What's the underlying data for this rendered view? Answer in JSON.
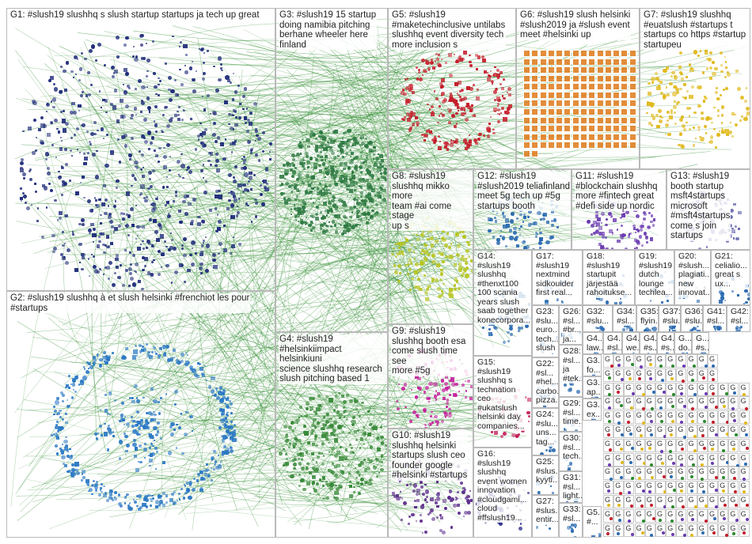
{
  "graph": {
    "groups": [
      {
        "id": "G1",
        "label": "G1: #slush19 slushhq s slush startup startups ja tech up great",
        "color": "#1f2c7a"
      },
      {
        "id": "G2",
        "label": "G2: #slush19 slushhq à et slush helsinki #frenchiot les pour\n#startups",
        "color": "#2a78c4"
      },
      {
        "id": "G3",
        "label": "G3: #slush19 15 startup\ndoing namibia pitching\nberhane wheeler here\nfinland",
        "color": "#2f7a43"
      },
      {
        "id": "G4",
        "label": "G4: #slush19\n#helsinkiimpact helsinkiuni\nscience slushhq research\nslush pitching based 1",
        "color": "#3a8a3a"
      },
      {
        "id": "G5",
        "label": "G5: #slush19\n#maketechinclusive untilabs\nslushhq event diversity tech\nmore inclusion s",
        "color": "#c41d2a"
      },
      {
        "id": "G6",
        "label": "G6: #slush19 slush helsinki\n#slush2019 ja #slush event\nmeet #helsinki up",
        "color": "#e07a1a"
      },
      {
        "id": "G7",
        "label": "G7: #slush19 slushhq\n#euatslush #startups t\nstartups co https #startup\nstartupeu",
        "color": "#e0b81a"
      },
      {
        "id": "G8",
        "label": "G8: #slush19\nslushhq mikko more\nteam #ai come stage\nup s",
        "color": "#b8c41d"
      },
      {
        "id": "G9",
        "label": "G9: #slush19\nslushhq booth esa\ncome slush time see\nmore #5g",
        "color": "#c41d9a"
      },
      {
        "id": "G10",
        "label": "G10: #slush19\nslushhq helsinki\nstartups slush ceo\nfounder google\n#helsinki #startups",
        "color": "#5a2a8a"
      },
      {
        "id": "G11",
        "label": "G11: #slush19\n#blockchain slushhq\nmore #fintech great\n#defi side up nordic",
        "color": "#6a3ab0"
      },
      {
        "id": "G12",
        "label": "G12: #slush19\n#slush2019 teliafinland\nmeet 5g tech up #5g\nstartups booth",
        "color": "#2a6ab0"
      },
      {
        "id": "G13",
        "label": "G13: #slush19\nbooth startup\nmsft4startups\nmicrosoft\n#msft4startups\ncome s join\nstartups",
        "color": "#6a6ab0"
      },
      {
        "id": "G14",
        "label": "G14:\n#slush19\nslushhq\n#thenxt100\n100 scania\nyears slush\nsaab together\nkonecorpora...",
        "color": "#2a6ab0"
      },
      {
        "id": "G15",
        "label": "G15:\n#slush19\nslushhq s\ntechnation\nceo\n#ukatslush\nhelsinki day\ncompanies...",
        "color": "#c41d5a"
      },
      {
        "id": "G16",
        "label": "G16:\n#slush19\nslushhq\nevent women\ninnovation\n#cloudgami...\ncloud\n#ffslush19...",
        "color": "#2a2a8a"
      },
      {
        "id": "G17",
        "label": "G17:\n#slush19\nnextmind\nsidkouider\nfirst real...",
        "color": "#2a6ab0"
      },
      {
        "id": "G18",
        "label": "G18:\n#slush19\nstartupit\njärjestää\nrahoitukse...",
        "color": "#2a6ab0"
      },
      {
        "id": "G19",
        "label": "G19:\n#slush19\ndutch\nlounge\ntechlea...",
        "color": "#2a6ab0"
      },
      {
        "id": "G20",
        "label": "G20:\n#slush...\nplagiati...\nnew\ninnovat...",
        "color": "#2a6ab0"
      },
      {
        "id": "G21",
        "label": "G21:\ncelialio...\ngreat s\nux...",
        "color": "#2a6ab0"
      },
      {
        "id": "G22",
        "label": "G22:\n#sl...\n#hel...\ncarbo...\npizza...",
        "color": "#2a6ab0"
      },
      {
        "id": "G23",
        "label": "G23:\n#slu...\neuro...\ntech...\nslush",
        "color": "#2a6ab0"
      },
      {
        "id": "G24",
        "label": "G24:\n#slu...\nuns...\ntag...",
        "color": "#2a6ab0"
      },
      {
        "id": "G25",
        "label": "G25:\n#slus...\nkyyti...",
        "color": "#2a6ab0"
      },
      {
        "id": "G26",
        "label": "G26:\n#sl...\n#br...\nja...",
        "color": "#2a6ab0"
      },
      {
        "id": "G27",
        "label": "G27:\n#slus...\nentir...",
        "color": "#2a6ab0"
      },
      {
        "id": "G28",
        "label": "G28:\n#sl...\nja\n#tek...",
        "color": "#2a6ab0"
      },
      {
        "id": "G29",
        "label": "G29:\n#sl...\ntime...",
        "color": "#2a6ab0"
      },
      {
        "id": "G30",
        "label": "G30:\n#sl...\ntech...",
        "color": "#2a6ab0"
      },
      {
        "id": "G31",
        "label": "G31:\n#sl...\nlight...",
        "color": "#2a6ab0"
      },
      {
        "id": "G32",
        "label": "G32:\n#slu...",
        "color": "#2a6ab0"
      },
      {
        "id": "G33",
        "label": "G33:\n#sl...",
        "color": "#2a6ab0"
      },
      {
        "id": "G34",
        "label": "G34:\n#sl...",
        "color": "#2a6ab0"
      },
      {
        "id": "G35",
        "label": "G35:\nflyin...",
        "color": "#2a6ab0"
      },
      {
        "id": "G36",
        "label": "G36:\n#slu...",
        "color": "#2a6ab0"
      },
      {
        "id": "G37",
        "label": "G37:\n#slu...",
        "color": "#2a6ab0"
      },
      {
        "id": "G41",
        "label": "G41:\n#sl...",
        "color": "#2a6ab0"
      },
      {
        "id": "G42",
        "label": "G42:\n#sl...",
        "color": "#2a6ab0"
      }
    ],
    "small_cells": [
      {
        "id": "G4a",
        "label": "G4...\nlaw..."
      },
      {
        "id": "G4b",
        "label": "G4...\n#sl..."
      },
      {
        "id": "G4c",
        "label": "G4...\nwe..."
      },
      {
        "id": "G4d",
        "label": "G4...\n#s..."
      },
      {
        "id": "G4e",
        "label": "G4...\n#s..."
      },
      {
        "id": "G4f",
        "label": "G...\ndo..."
      },
      {
        "id": "G4g",
        "label": "G...\n#s..."
      },
      {
        "id": "G3x",
        "label": "G3...\nfo..."
      },
      {
        "id": "G3y",
        "label": "G3...\nap..."
      },
      {
        "id": "G3z",
        "label": "G3...\nex..."
      },
      {
        "id": "G5x",
        "label": "G5...\n#..."
      }
    ],
    "micro_label": "G",
    "edge_color": "#2a8a2a"
  }
}
